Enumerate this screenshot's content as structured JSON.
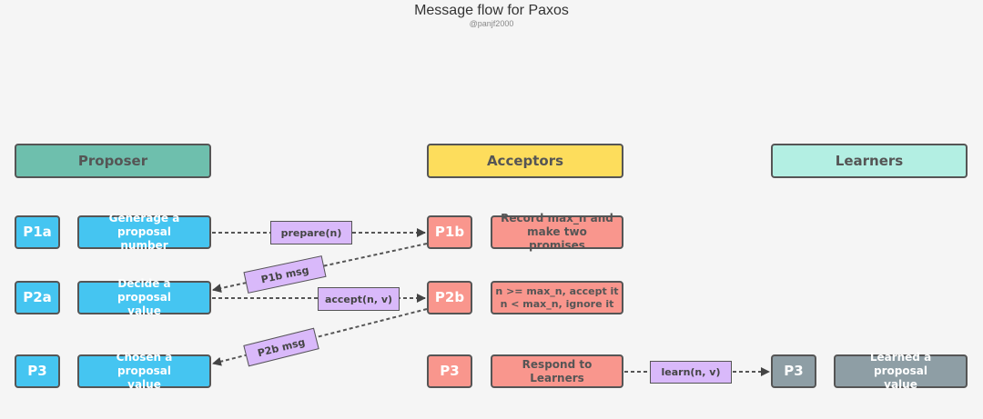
{
  "title": "Message flow for Paxos",
  "credit": "@panjf2000",
  "headers": {
    "proposer": "Proposer",
    "acceptors": "Acceptors",
    "learners": "Learners"
  },
  "proposer": {
    "p1a": {
      "step": "P1a",
      "desc": "Generage a proposal number"
    },
    "p2a": {
      "step": "P2a",
      "desc": "Decide a proposal value"
    },
    "p3": {
      "step": "P3",
      "desc": "Chosen a proposal value"
    }
  },
  "acceptors": {
    "p1b": {
      "step": "P1b",
      "desc": "Record max_n and make two promises"
    },
    "p2b": {
      "step": "P2b",
      "desc_line1": "n >= max_n, accept it",
      "desc_line2": "n < max_n, ignore it"
    },
    "p3": {
      "step": "P3",
      "desc": "Respond to Learners"
    }
  },
  "learners": {
    "p3": {
      "step": "P3",
      "desc": "Learned a proposal value"
    }
  },
  "messages": {
    "prepare": "prepare(n)",
    "p1b": "P1b msg",
    "accept": "accept(n, v)",
    "p2b": "P2b msg",
    "learn": "learn(n, v)"
  },
  "colors": {
    "proposer_header": "#6ebfad",
    "acceptors_header": "#fddd5c",
    "learners_header": "#b3efe3",
    "proposer_step": "#45c5f1",
    "acceptor_step": "#f9968d",
    "learner_step": "#8e9ea5",
    "message_label": "#d9b9fa"
  }
}
